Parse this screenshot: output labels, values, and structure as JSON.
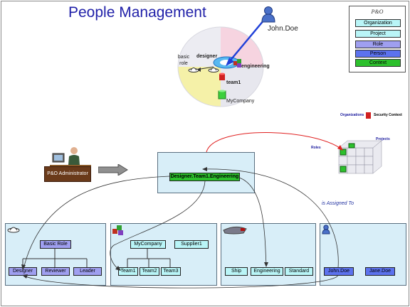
{
  "title": "People Management",
  "legend": {
    "title": "P&O",
    "items": [
      {
        "label": "Organization",
        "color": "#b9f5f7"
      },
      {
        "label": "Project",
        "color": "#b9f5f7"
      },
      {
        "label": "Role",
        "color": "#9f9ff0"
      },
      {
        "label": "Person",
        "color": "#5c72ee"
      },
      {
        "label": "Context",
        "color": "#2cc02c"
      }
    ]
  },
  "top_scene": {
    "user": "John.Doe",
    "basic_role": "basic role",
    "designer": "designer",
    "engineering": "engineering",
    "team": "team1",
    "company": "MyCompany"
  },
  "admin_label": "P&O Administrator",
  "context_node": "Designer.Team1.Engineering",
  "assigned_label": "is Assigned To",
  "cube": {
    "organizations": "Organizations",
    "security_context": "Security Context",
    "projects": "Projects",
    "roles": "Roles"
  },
  "panels": {
    "roles": {
      "root": "Basic Role",
      "children": [
        "Designer",
        "Reviewer",
        "Leader"
      ]
    },
    "organizations": {
      "root": "MyCompany",
      "other": "Supplier1",
      "children": [
        "Team1",
        "Team2",
        "Team3"
      ]
    },
    "projects": {
      "items": [
        "Ship",
        "Engineering",
        "Standard"
      ]
    },
    "persons": {
      "items": [
        "John.Doe",
        "Jane.Doe"
      ]
    }
  },
  "colors": {
    "title": "#1f1fa8",
    "panel": "#d8eef8",
    "role": "#9f9ff0",
    "organization": "#b9f5f7",
    "person": "#5c72ee",
    "context": "#2cc02c"
  }
}
